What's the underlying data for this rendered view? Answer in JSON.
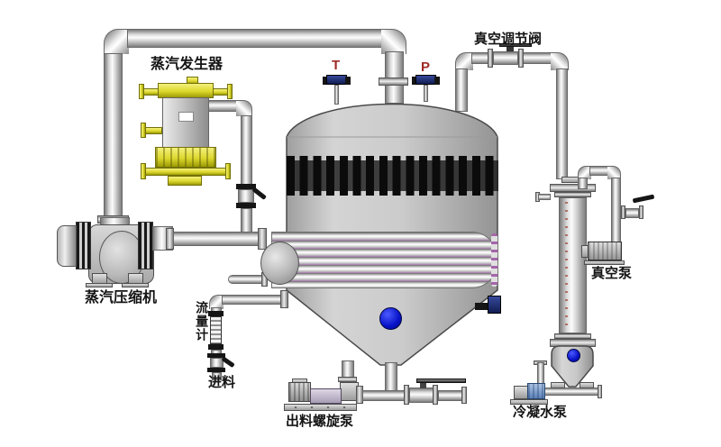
{
  "labels": {
    "steam_generator": "蒸汽发生器",
    "vacuum_regulating_valve": "真空调节阀",
    "temperature_indicator": "T",
    "pressure_indicator": "P",
    "steam_compressor": "蒸汽压缩机",
    "flow_meter": "流量计",
    "feed_inlet": "进料",
    "discharge_screw_pump": "出料螺旋泵",
    "condensate_pump": "冷凝水泵",
    "vacuum_pump": "真空泵"
  },
  "colors": {
    "background": "#ffffff",
    "label_text": "#141414",
    "indicator_red": "#9e2b24",
    "equipment_yellow": "#ddd82e",
    "sight_glass_blue": "#0712c8",
    "heater_coil_purple": "#a873ae",
    "pump_motor_blue": "#7b9fd0",
    "instrument_navy": "#1b2f7a",
    "pipe_metal": "#dcdcdc",
    "tank_gray": "#c9c9c9"
  }
}
